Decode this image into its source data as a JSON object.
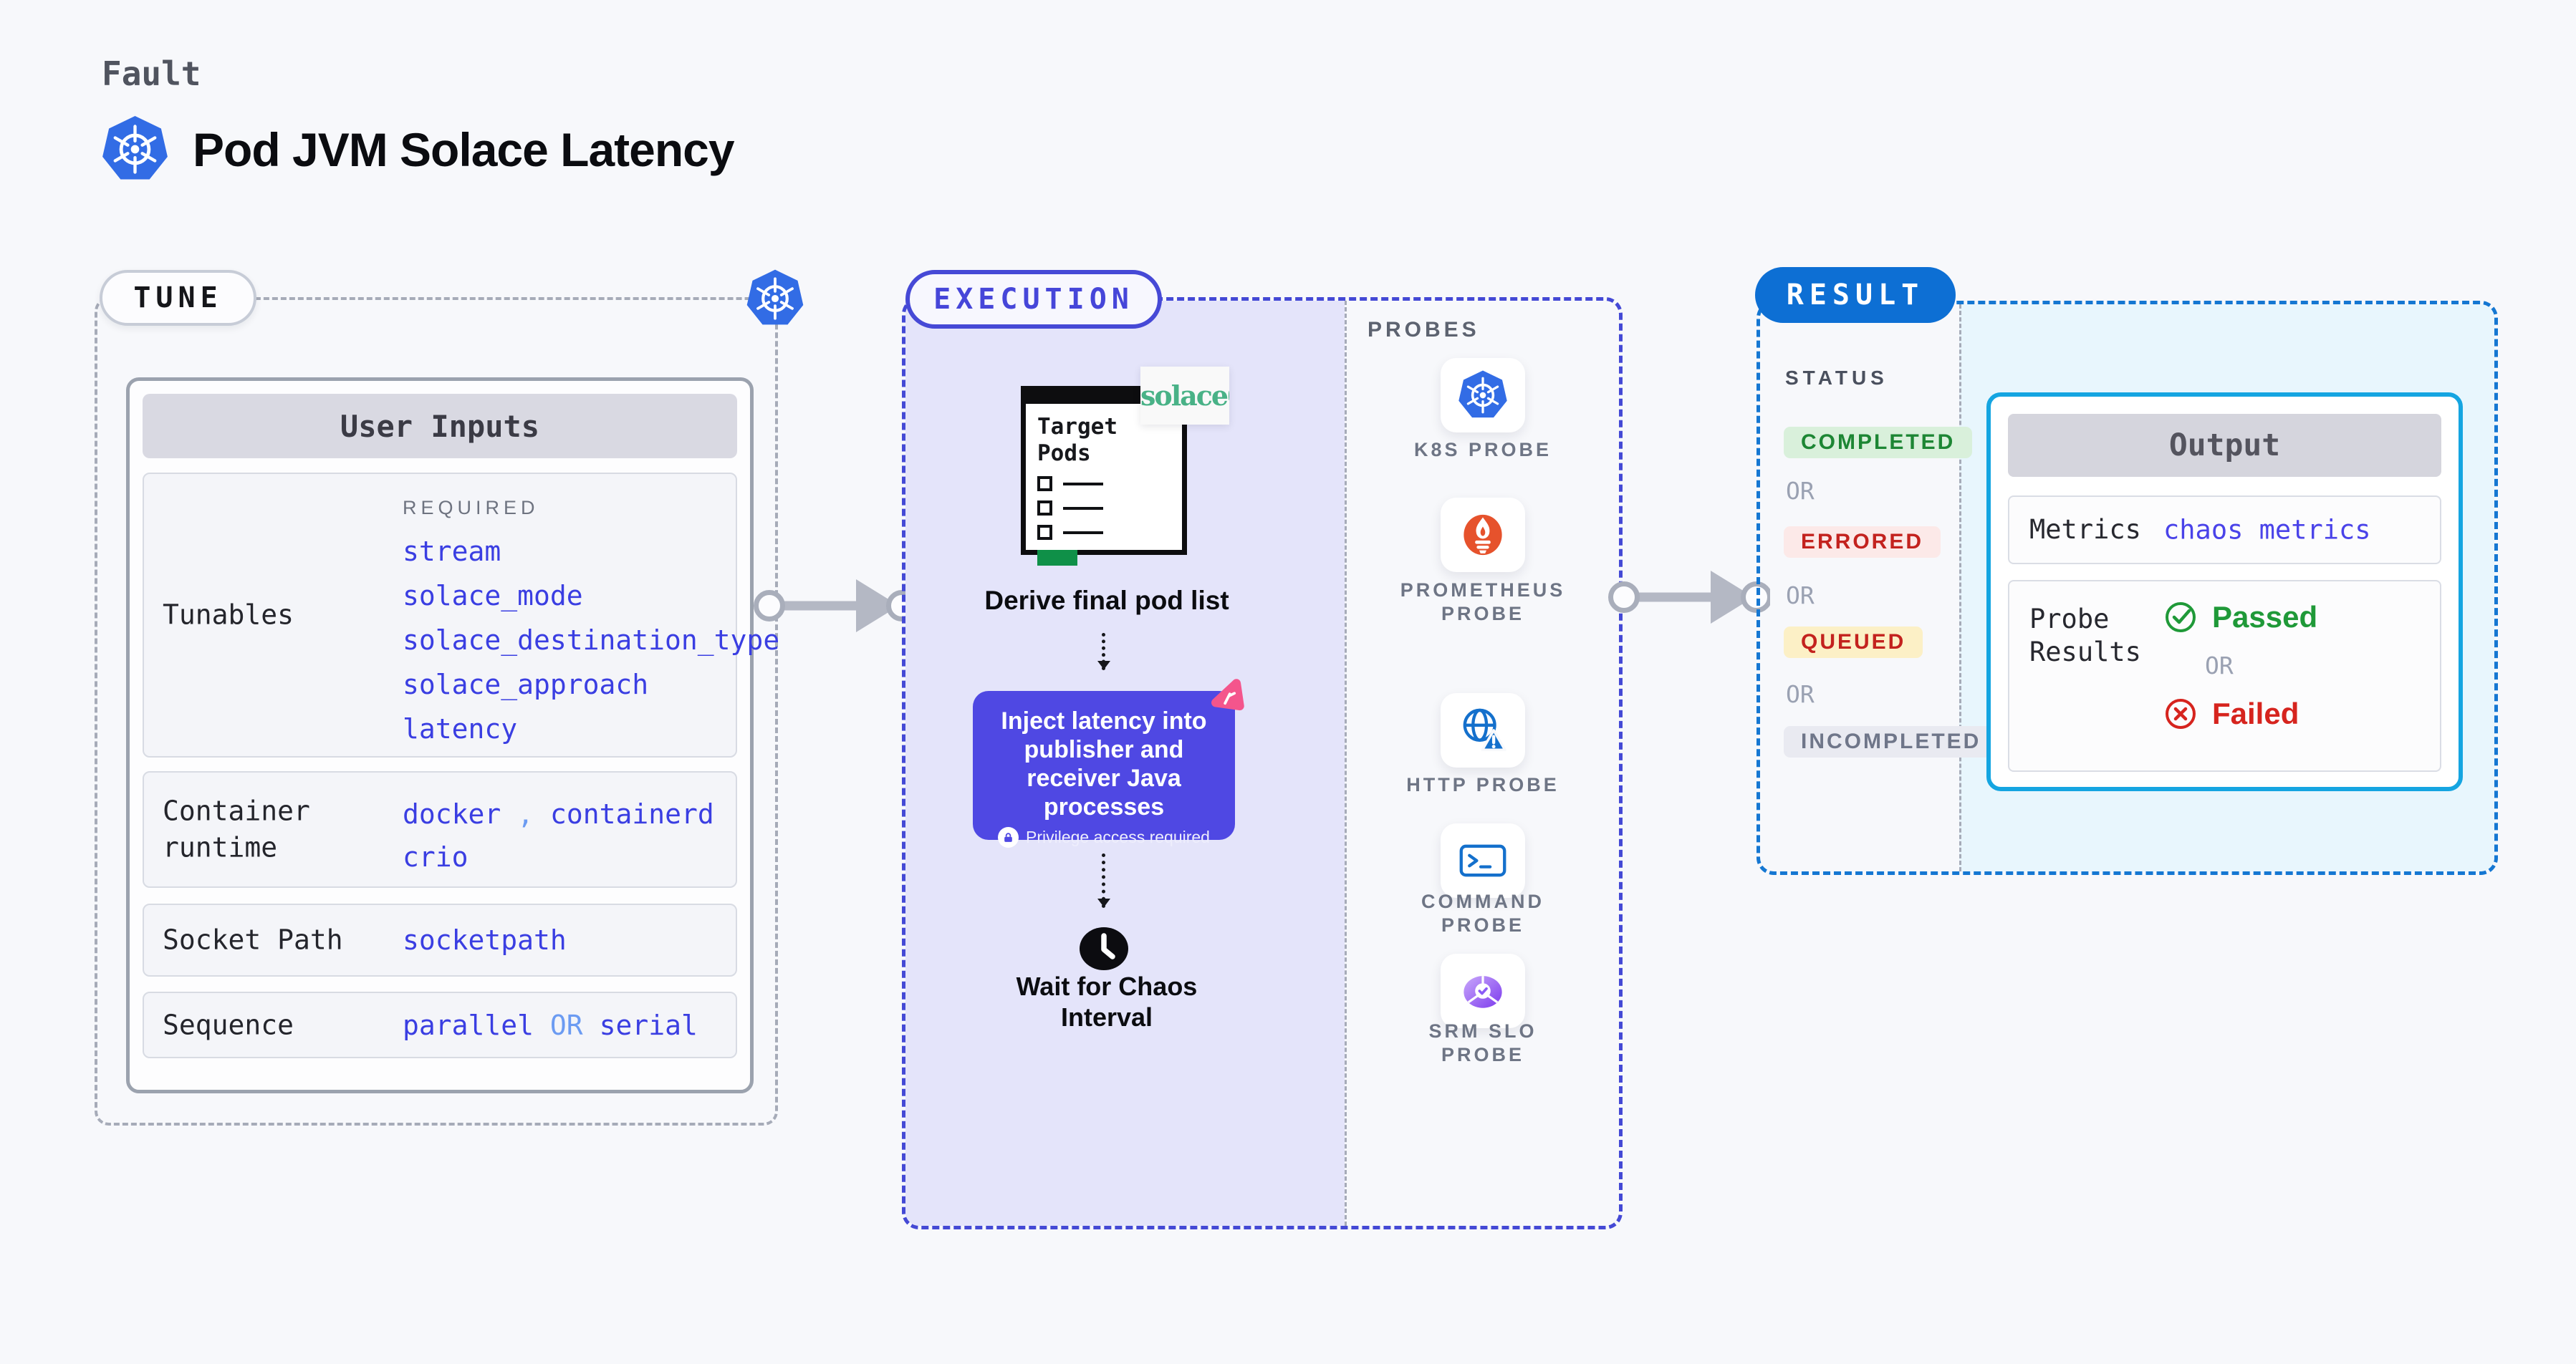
{
  "page": {
    "eyebrow": "Fault",
    "title": "Pod JVM Solace Latency"
  },
  "tune": {
    "pill": "TUNE",
    "user_inputs": {
      "title": "User Inputs",
      "tunables": {
        "label": "Tunables",
        "tag": "REQUIRED",
        "values": [
          "stream",
          "solace_mode",
          "solace_destination_type",
          "solace_approach",
          "latency"
        ]
      },
      "container_runtime": {
        "label": "Container runtime",
        "value1": "docker",
        "separator": ",",
        "value2": "containerd",
        "value3": "crio"
      },
      "socket_path": {
        "label": "Socket Path",
        "value": "socketpath"
      },
      "sequence": {
        "label": "Sequence",
        "value1": "parallel",
        "or": "OR",
        "value2": "serial"
      }
    }
  },
  "execution": {
    "pill": "EXECUTION",
    "target_pods_title": "Target Pods",
    "solace_logo": "solace",
    "derive_step": "Derive final pod list",
    "inject_step": {
      "text": "Inject latency into publisher and receiver Java processes",
      "privilege_note": "Privilege access required"
    },
    "wait_step": "Wait for Chaos Interval"
  },
  "probes": {
    "title": "PROBES",
    "items": [
      {
        "label": "K8S PROBE",
        "icon": "kubernetes-icon"
      },
      {
        "label": "PROMETHEUS PROBE",
        "icon": "prometheus-icon"
      },
      {
        "label": "HTTP PROBE",
        "icon": "globe-warning-icon"
      },
      {
        "label": "COMMAND PROBE",
        "icon": "terminal-icon"
      },
      {
        "label": "SRM SLO PROBE",
        "icon": "slo-pie-check-icon"
      }
    ]
  },
  "result": {
    "pill": "RESULT",
    "status_title": "STATUS",
    "or_label": "OR",
    "statuses": [
      {
        "label": "COMPLETED",
        "kind": "success"
      },
      {
        "label": "ERRORED",
        "kind": "error"
      },
      {
        "label": "QUEUED",
        "kind": "warning"
      },
      {
        "label": "INCOMPLETED",
        "kind": "neutral"
      }
    ],
    "output": {
      "title": "Output",
      "metrics_label": "Metrics",
      "metrics_value": "chaos metrics",
      "probe_results_label": "Probe Results",
      "passed_label": "Passed",
      "or_label": "OR",
      "failed_label": "Failed"
    }
  },
  "colors": {
    "page_bg": "#f7f8fb",
    "indigo_accent": "#4649d6",
    "purple_step": "#4f48e3",
    "value_indigo": "#3a3ee2",
    "separator_blue": "#6b9bf2",
    "result_blue": "#0d6fd4",
    "output_border_cyan": "#15a5e1",
    "success_green": "#1d8634",
    "error_red": "#c3221e",
    "kubernetes_blue": "#326ce5",
    "prometheus_orange": "#e6522c",
    "solace_green": "#49b287",
    "pink_marker": "#f4558c",
    "exec_fill": "#e4e4fa",
    "result_fill": "#e8f6fd"
  }
}
